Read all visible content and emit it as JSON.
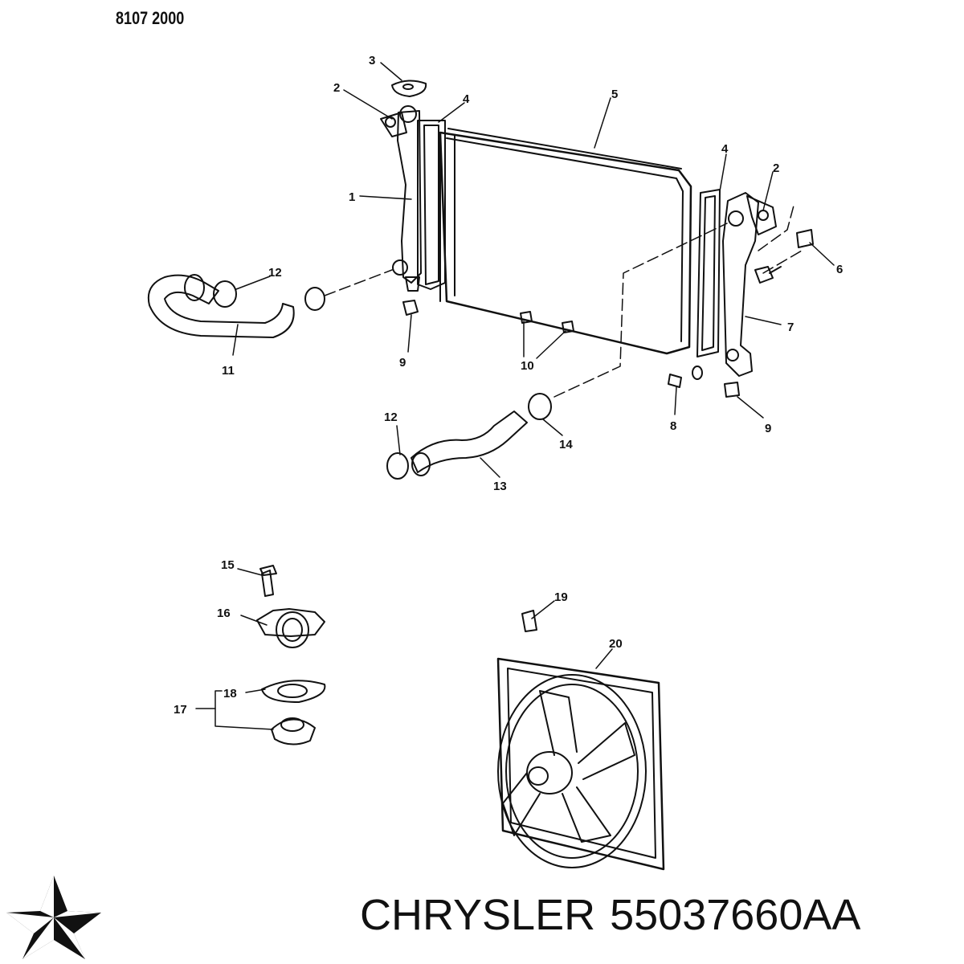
{
  "figure_code": "8107 2000",
  "brand": "CHRYSLER",
  "part_number": "55037660AA",
  "logo_icon": "pentastar-icon",
  "callouts": [
    "3",
    "2",
    "4",
    "5",
    "1",
    "4",
    "2",
    "6",
    "12",
    "11",
    "9",
    "10",
    "7",
    "8",
    "9",
    "12",
    "14",
    "13",
    "15",
    "16",
    "18",
    "17",
    "19",
    "20"
  ]
}
